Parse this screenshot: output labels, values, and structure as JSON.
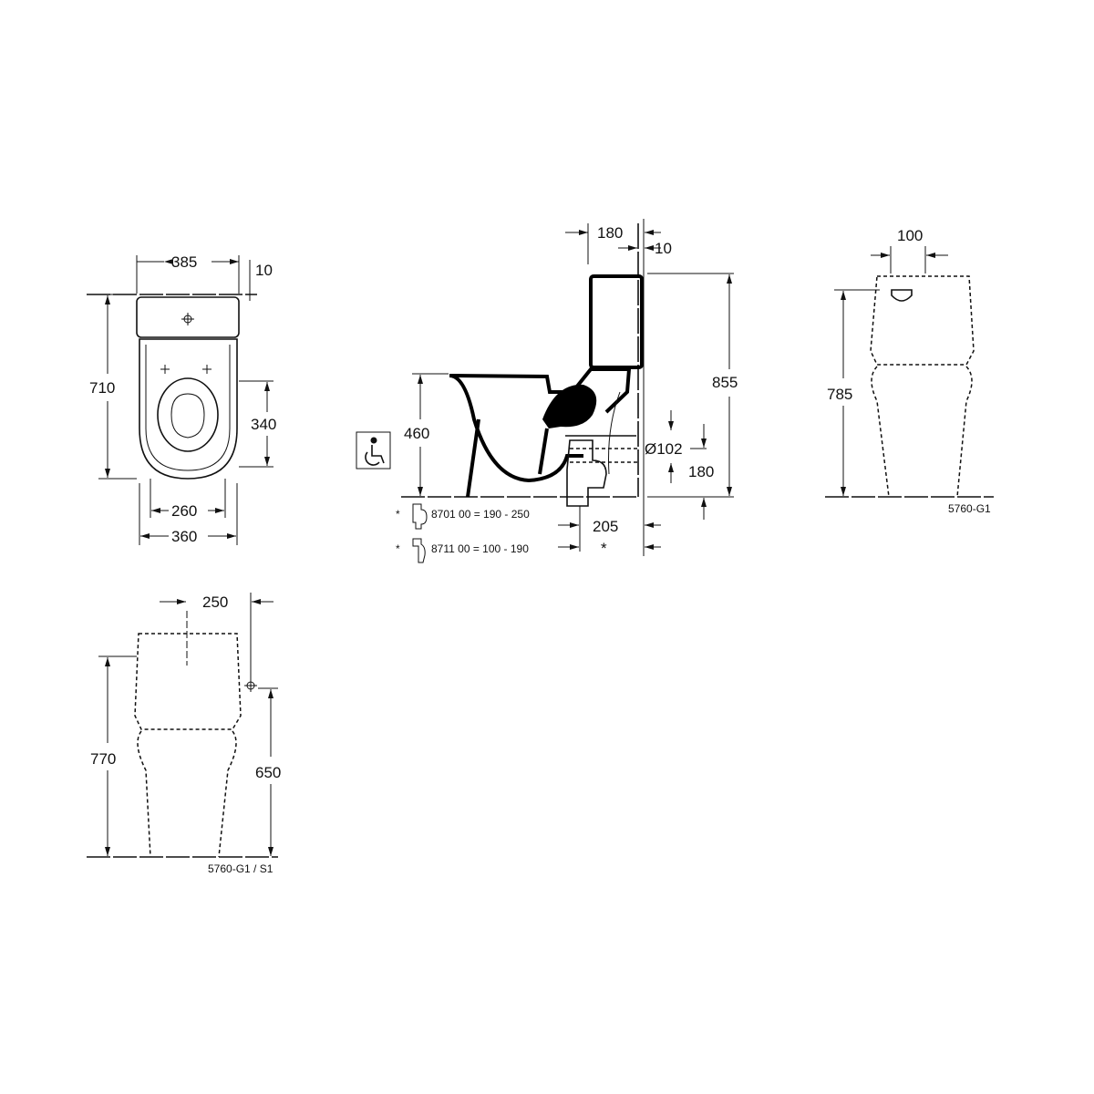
{
  "plan_view": {
    "width_top": "385",
    "wall_gap": "10",
    "depth": "710",
    "seat_depth": "340",
    "inner_width": "260",
    "total_width": "360"
  },
  "side_view": {
    "cistern_depth": "180",
    "wall_gap": "10",
    "total_height": "855",
    "seat_height": "460",
    "outlet_diameter": "Ø102",
    "outlet_height": "180",
    "outlet_distance": "205",
    "asterisk": "*",
    "accessories": [
      {
        "marker": "*",
        "text": "8701 00 = 190 - 250"
      },
      {
        "marker": "*",
        "text": "8711 00 = 100 - 190"
      }
    ]
  },
  "front_view_right": {
    "inlet_offset": "100",
    "height": "785",
    "label": "5760-G1"
  },
  "front_view_bottom": {
    "inlet_offset": "250",
    "height": "770",
    "inlet_height": "650",
    "label": "5760-G1 / S1"
  },
  "icons": [
    "wheelchair-accessible-icon",
    "water-inlet-icon"
  ]
}
